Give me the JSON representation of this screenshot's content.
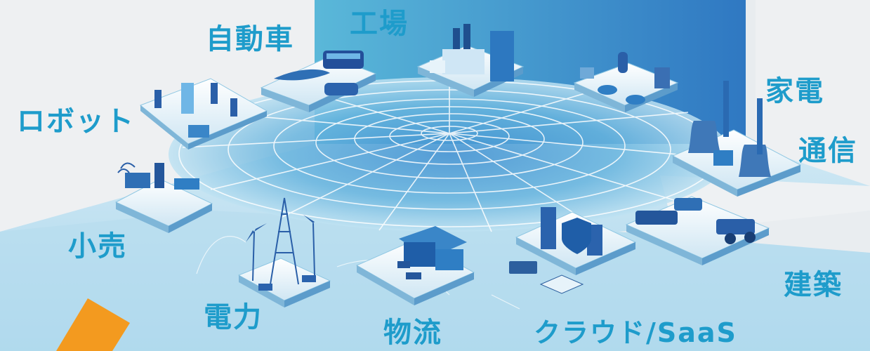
{
  "labels": {
    "automobile": "自動車",
    "factory": "工場",
    "appliances": "家電",
    "robot": "ロボット",
    "telecom": "通信",
    "retail": "小売",
    "construction": "建築",
    "power": "電力",
    "logistics": "物流",
    "cloud": "クラウド/SaaS"
  },
  "colors": {
    "label": "#1e9ccb",
    "accent_arrow": "#f39a1f",
    "panel_light": "#bfe1f1",
    "panel_dark": "#2f7ec4"
  }
}
